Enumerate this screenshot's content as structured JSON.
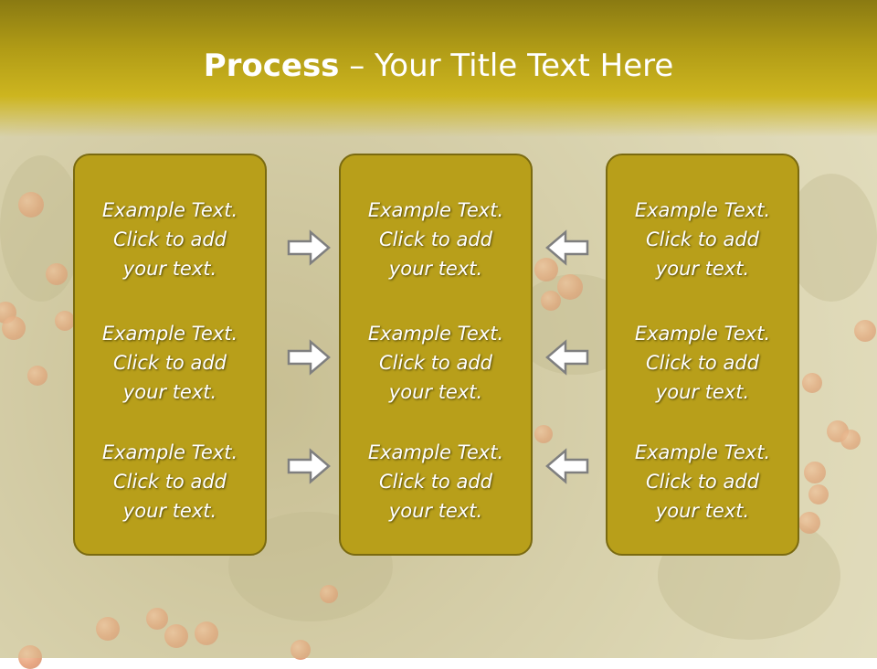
{
  "slide": {
    "title_bold": "Process",
    "title_rest": " – Your Title Text Here"
  },
  "panels": [
    {
      "blocks": [
        [
          "Example Text.",
          "Click  to add",
          "your text."
        ],
        [
          "Example Text.",
          "Click  to add",
          "your text."
        ],
        [
          "Example Text.",
          "Click  to add",
          "your text."
        ]
      ]
    },
    {
      "blocks": [
        [
          "Example Text.",
          "Click  to add",
          "your text."
        ],
        [
          "Example Text.",
          "Click  to add",
          "your text."
        ],
        [
          "Example Text.",
          "Click  to add",
          "your text."
        ]
      ]
    },
    {
      "blocks": [
        [
          "Example Text.",
          "Click  to add",
          "your text."
        ],
        [
          "Example Text.",
          "Click  to add",
          "your text."
        ],
        [
          "Example Text.",
          "Click  to add",
          "your text."
        ]
      ]
    }
  ],
  "arrows": {
    "left_group": "right-arrow-icon",
    "right_group": "left-arrow-icon"
  },
  "colors": {
    "header": "#b09b16",
    "panel_fill": "#b89f1a",
    "panel_border": "#7a6a10",
    "text": "#ffffff"
  }
}
